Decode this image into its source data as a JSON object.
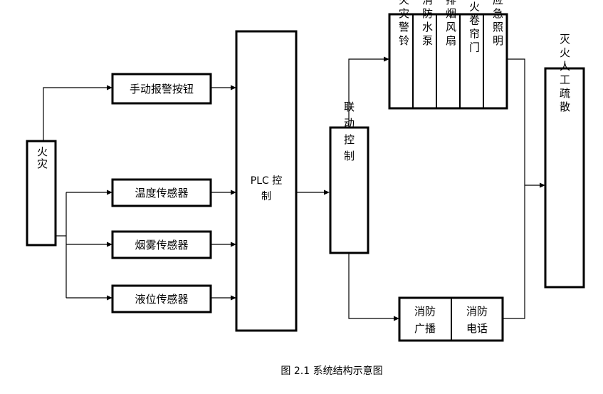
{
  "nodes": {
    "fire": "火灾",
    "manual_alarm": "手动报警按钮",
    "temp_sensor": "温度传感器",
    "smoke_sensor": "烟雾传感器",
    "level_sensor": "液位传感器",
    "plc": {
      "line1": "PLC 控",
      "line2": "制"
    },
    "linkage": "联动控制",
    "fire_alarm": "火灾警铃",
    "fire_pump": "消防水泵",
    "smoke_fan": "排烟风扇",
    "fire_shutter": "防火卷帘门",
    "emergency_light": "应急照明",
    "fire_broadcast": {
      "line1": "消防",
      "line2": "广播"
    },
    "fire_phone": {
      "line1": "消防",
      "line2": "电话"
    },
    "evacuation": "灭火人工疏散"
  },
  "caption": "图 2.1 系统结构示意图"
}
